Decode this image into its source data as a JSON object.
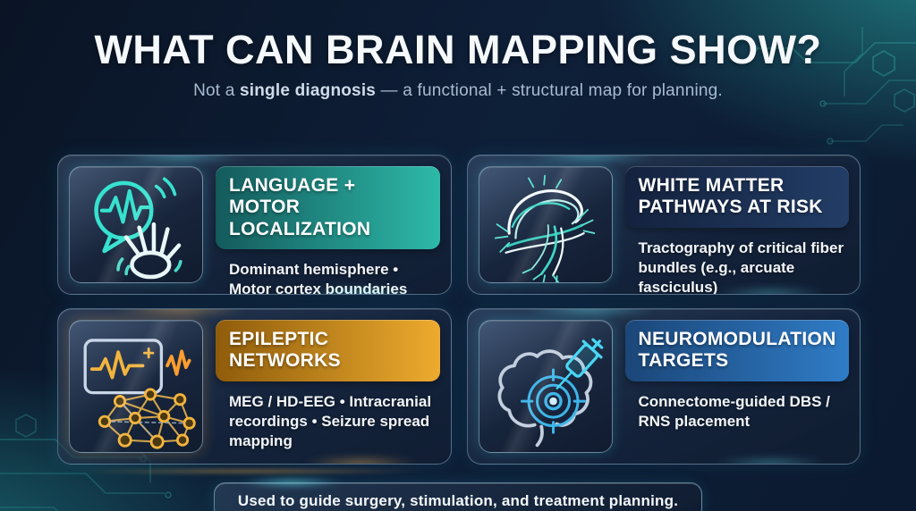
{
  "page": {
    "title": "WHAT CAN BRAIN MAPPING SHOW?",
    "subtitle_prefix": "Not a ",
    "subtitle_bold": "single diagnosis",
    "subtitle_suffix": " — a functional + structural map for planning.",
    "footer": "Used to guide surgery, stimulation, and treatment planning."
  },
  "theme": {
    "background_navy": "#0e1f38",
    "teal_accent": "#2db4a4",
    "gold_accent": "#eba42c",
    "blue_accent": "#2e77c0",
    "glow_cyan": "#6ef0ff"
  },
  "cards": [
    {
      "icon": "speech-bubble-waveform-hand-icon",
      "title": "LANGUAGE + MOTOR LOCALIZATION",
      "body": "Dominant hemisphere • Motor cortex boundaries",
      "banner_gradient": [
        "#145a5c",
        "#2db9a8"
      ]
    },
    {
      "icon": "tractography-fibers-icon",
      "title": "WHITE MATTER PATHWAYS AT RISK",
      "body": "Tractography of critical fiber bundles (e.g., arcuate fasciculus)",
      "banner_gradient": [
        "#14223e",
        "#223d66"
      ]
    },
    {
      "icon": "eeg-network-graph-icon",
      "title": "EPILEPTIC NETWORKS",
      "body": "MEG / HD-EEG • Intracranial recordings • Seizure spread mapping",
      "banner_gradient": [
        "#8f5c0b",
        "#edab2e"
      ]
    },
    {
      "icon": "brain-target-probe-icon",
      "title": "NEUROMODULATION TARGETS",
      "body": "Connectome-guided DBS / RNS placement",
      "banner_gradient": [
        "#1b4678",
        "#2f7cc6"
      ]
    }
  ]
}
